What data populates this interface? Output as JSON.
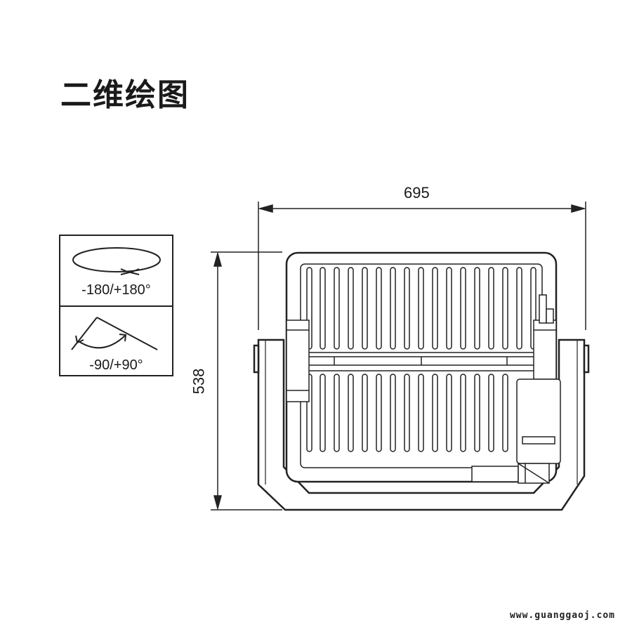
{
  "title": "二维绘图",
  "legend": {
    "rotation_label": "-180/+180°",
    "tilt_label": "-90/+90°"
  },
  "dimensions": {
    "width": "695",
    "height": "538"
  },
  "watermark": "www.guanggaoj.com"
}
